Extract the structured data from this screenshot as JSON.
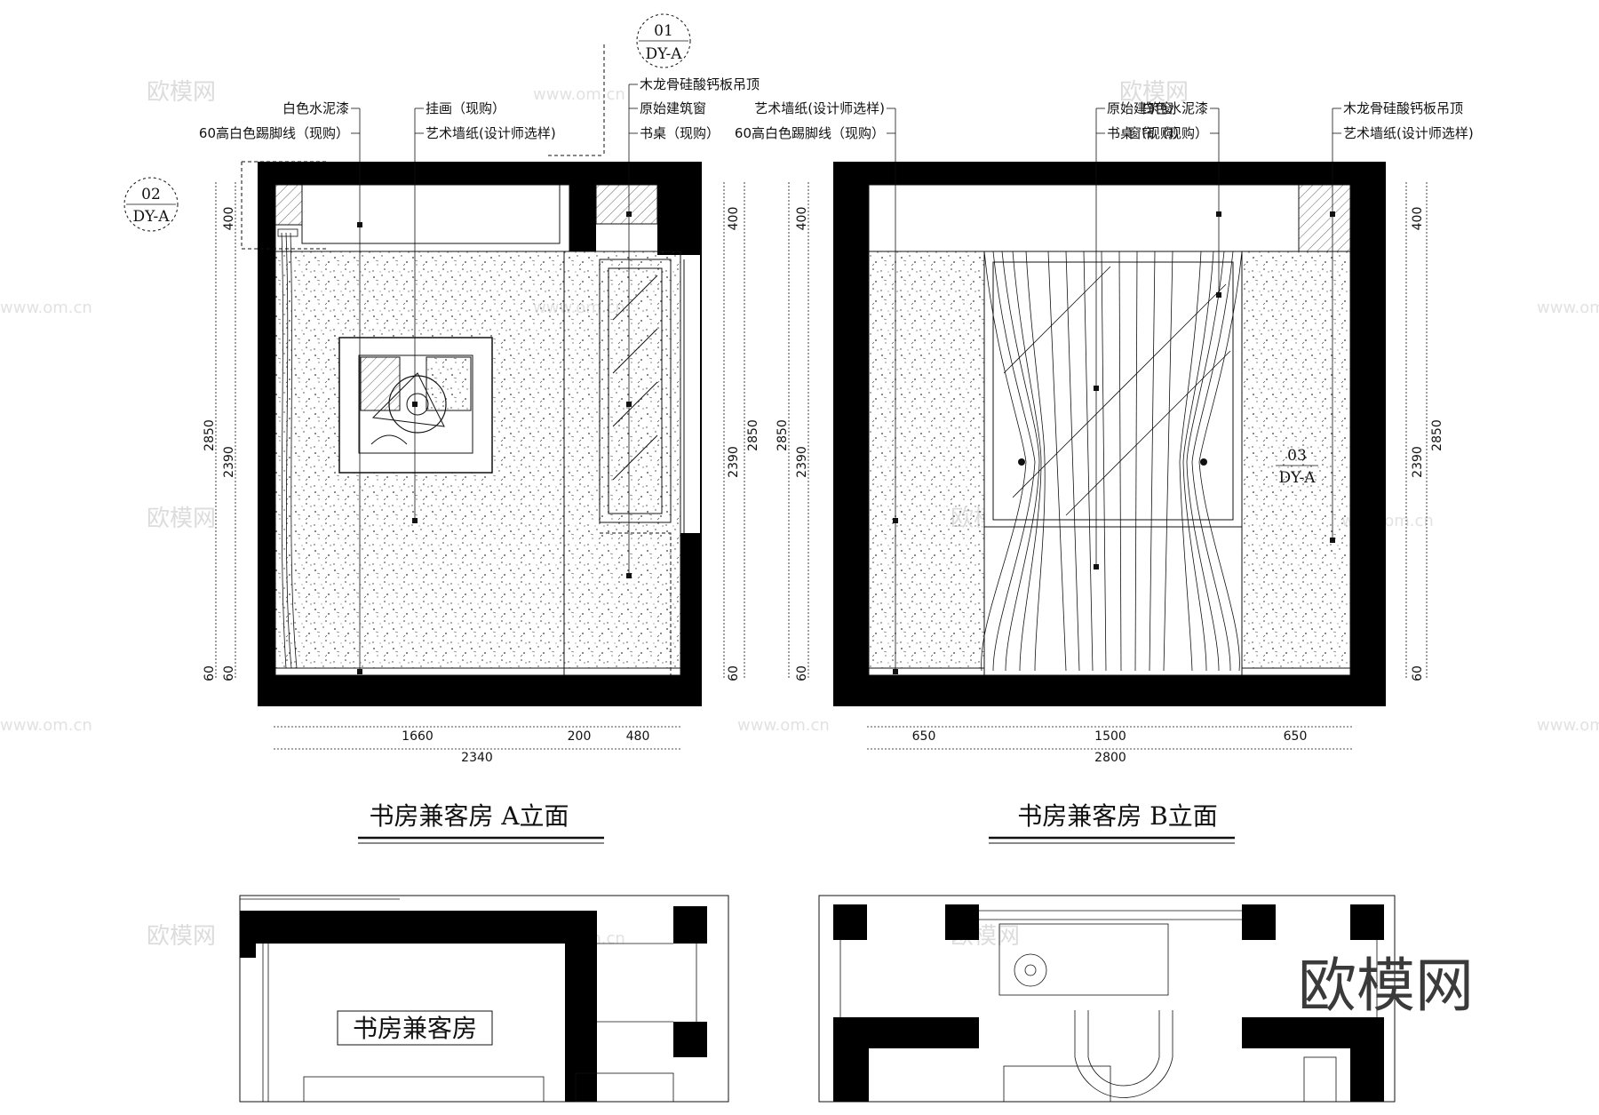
{
  "elevation_a": {
    "title": "书房兼客房  A立面",
    "callouts_left": [
      "白色水泥漆",
      "60高白色踢脚线（现购）"
    ],
    "callouts_mid": [
      "挂画（现购）",
      "艺术墙纸(设计师选样)"
    ],
    "callouts_right": [
      "木龙骨硅酸钙板吊顶",
      "原始建筑窗",
      "书桌（现购）"
    ],
    "ref_top": {
      "num": "01",
      "code": "DY-A"
    },
    "ref_left": {
      "num": "02",
      "code": "DY-A"
    },
    "dims_bottom": [
      "1660",
      "200",
      "480"
    ],
    "dim_total": "2340",
    "dims_vertical": {
      "total": "2850",
      "wall": "2390",
      "ceiling": "400",
      "base": "60"
    }
  },
  "elevation_b": {
    "title": "书房兼客房  B立面",
    "callouts_c1": [
      "艺术墙纸(设计师选样)",
      "60高白色踢脚线（现购）"
    ],
    "callouts_c2": [
      "原始建筑窗",
      "书桌（现购）"
    ],
    "callouts_c3": [
      "白色水泥漆",
      "窗帘（现购）"
    ],
    "callouts_c4": [
      "木龙骨硅酸钙板吊顶",
      "艺术墙纸(设计师选样)"
    ],
    "ref_mid": {
      "num": "03",
      "code": "DY-A"
    },
    "dims_bottom": [
      "650",
      "1500",
      "650"
    ],
    "dim_total": "2800",
    "dims_vertical": {
      "total": "2850",
      "wall": "2390",
      "ceiling": "400",
      "base": "60"
    }
  },
  "plan_a": {
    "room_name": "书房兼客房"
  },
  "watermark": {
    "brand": "欧模网",
    "url": "www.om.cn"
  },
  "colors": {
    "ink": "#111111",
    "wall_fill": "#000000",
    "watermark": "#dcdcdc"
  }
}
